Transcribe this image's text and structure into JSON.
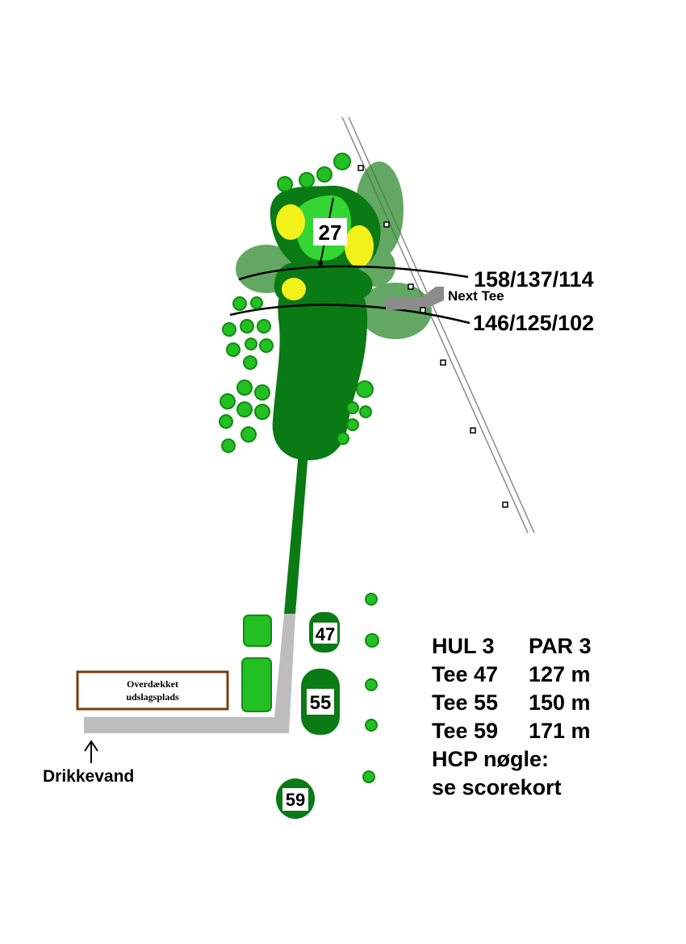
{
  "hole": {
    "flag_number": "27",
    "distance_front": "158/137/114",
    "distance_back": "146/125/102",
    "next_tee_label": "Next Tee",
    "shelter_label_line1": "Overdækket",
    "shelter_label_line2": "udslagsplads",
    "water_label": "Drikkevand",
    "tees": [
      {
        "number": "47"
      },
      {
        "number": "55"
      },
      {
        "number": "59"
      }
    ]
  },
  "info": {
    "hole_label": "HUL 3",
    "par_label": "PAR 3",
    "rows": [
      {
        "tee": "Tee 47",
        "length": "127 m"
      },
      {
        "tee": "Tee 55",
        "length": "150 m"
      },
      {
        "tee": "Tee 59",
        "length": "171 m"
      }
    ],
    "hcp_line1": "HCP nøgle:",
    "hcp_line2": "se scorekort"
  },
  "colors": {
    "fairway": "#0a7a14",
    "green": "#33d633",
    "bunker": "#f2f21a",
    "tree": "#22c022",
    "rough": "#2a8a2a",
    "path": "#bdbdbd",
    "shelter_border": "#7a3d0f"
  },
  "icons": {
    "water": "up-arrow-icon"
  }
}
